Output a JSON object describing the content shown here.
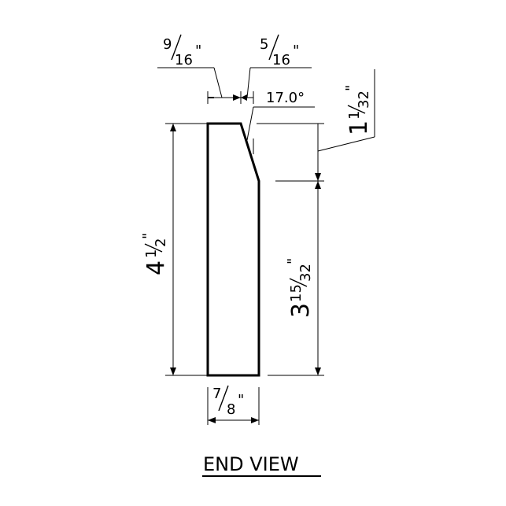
{
  "drawing": {
    "title": "END VIEW",
    "angle": "17.0°",
    "dims": {
      "top_left": {
        "num": "9",
        "den": "16",
        "unit": "\""
      },
      "top_right": {
        "num": "5",
        "den": "16",
        "unit": "\""
      },
      "height": {
        "whole": "4",
        "num": "1",
        "den": "2",
        "unit": "\""
      },
      "lower": {
        "whole": "3",
        "num": "15",
        "den": "32",
        "unit": "\""
      },
      "upper": {
        "whole": "1",
        "num": "1",
        "den": "32",
        "unit": "\""
      },
      "width": {
        "num": "7",
        "den": "8",
        "unit": "\""
      }
    }
  }
}
